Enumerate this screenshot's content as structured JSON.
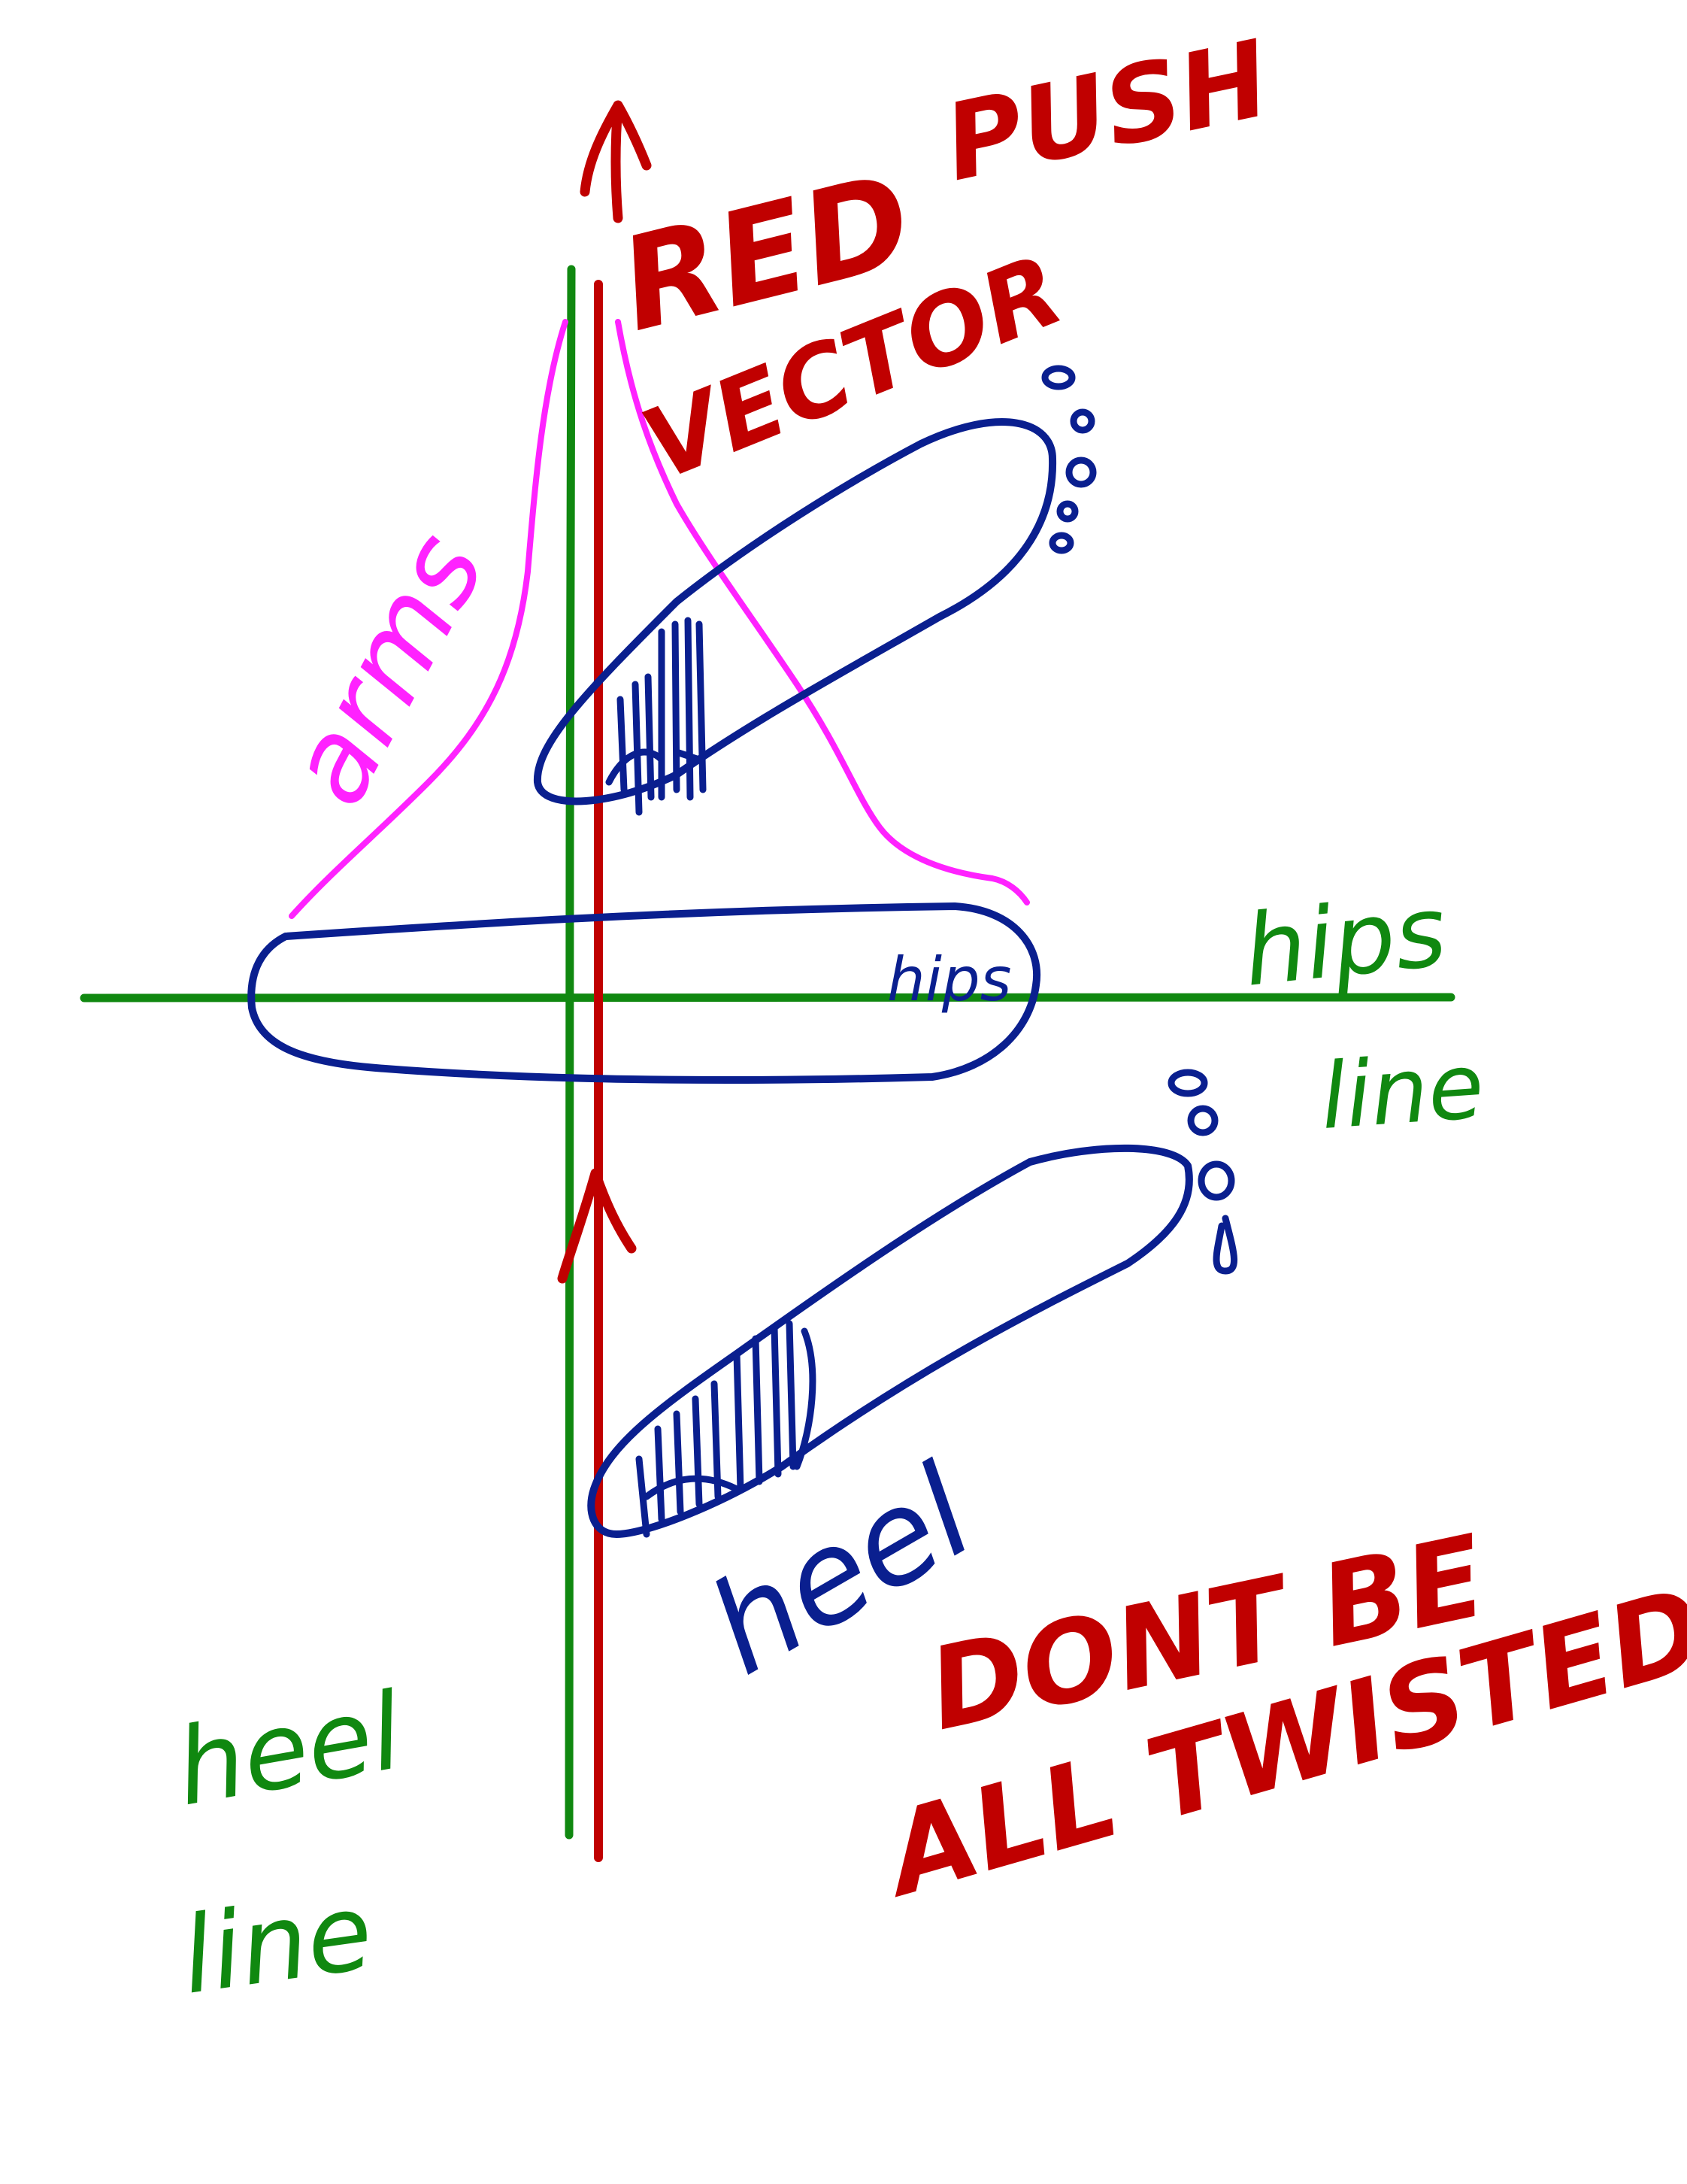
{
  "colors": {
    "red": "#c00000",
    "green": "#108810",
    "blue": "#0a1f8f",
    "magenta": "#ff22ff"
  },
  "labels": {
    "push": "PUSH",
    "red": "RED",
    "vector": "VECTOR",
    "arms": "arms",
    "hips": "hips",
    "hips_line_1": "hips",
    "hips_line_2": "line",
    "heel": "heel",
    "heel_line_1": "heel",
    "heel_line_2": "line",
    "dont_be": "DONT BE",
    "all_twisted": "ALL TWISTED"
  }
}
